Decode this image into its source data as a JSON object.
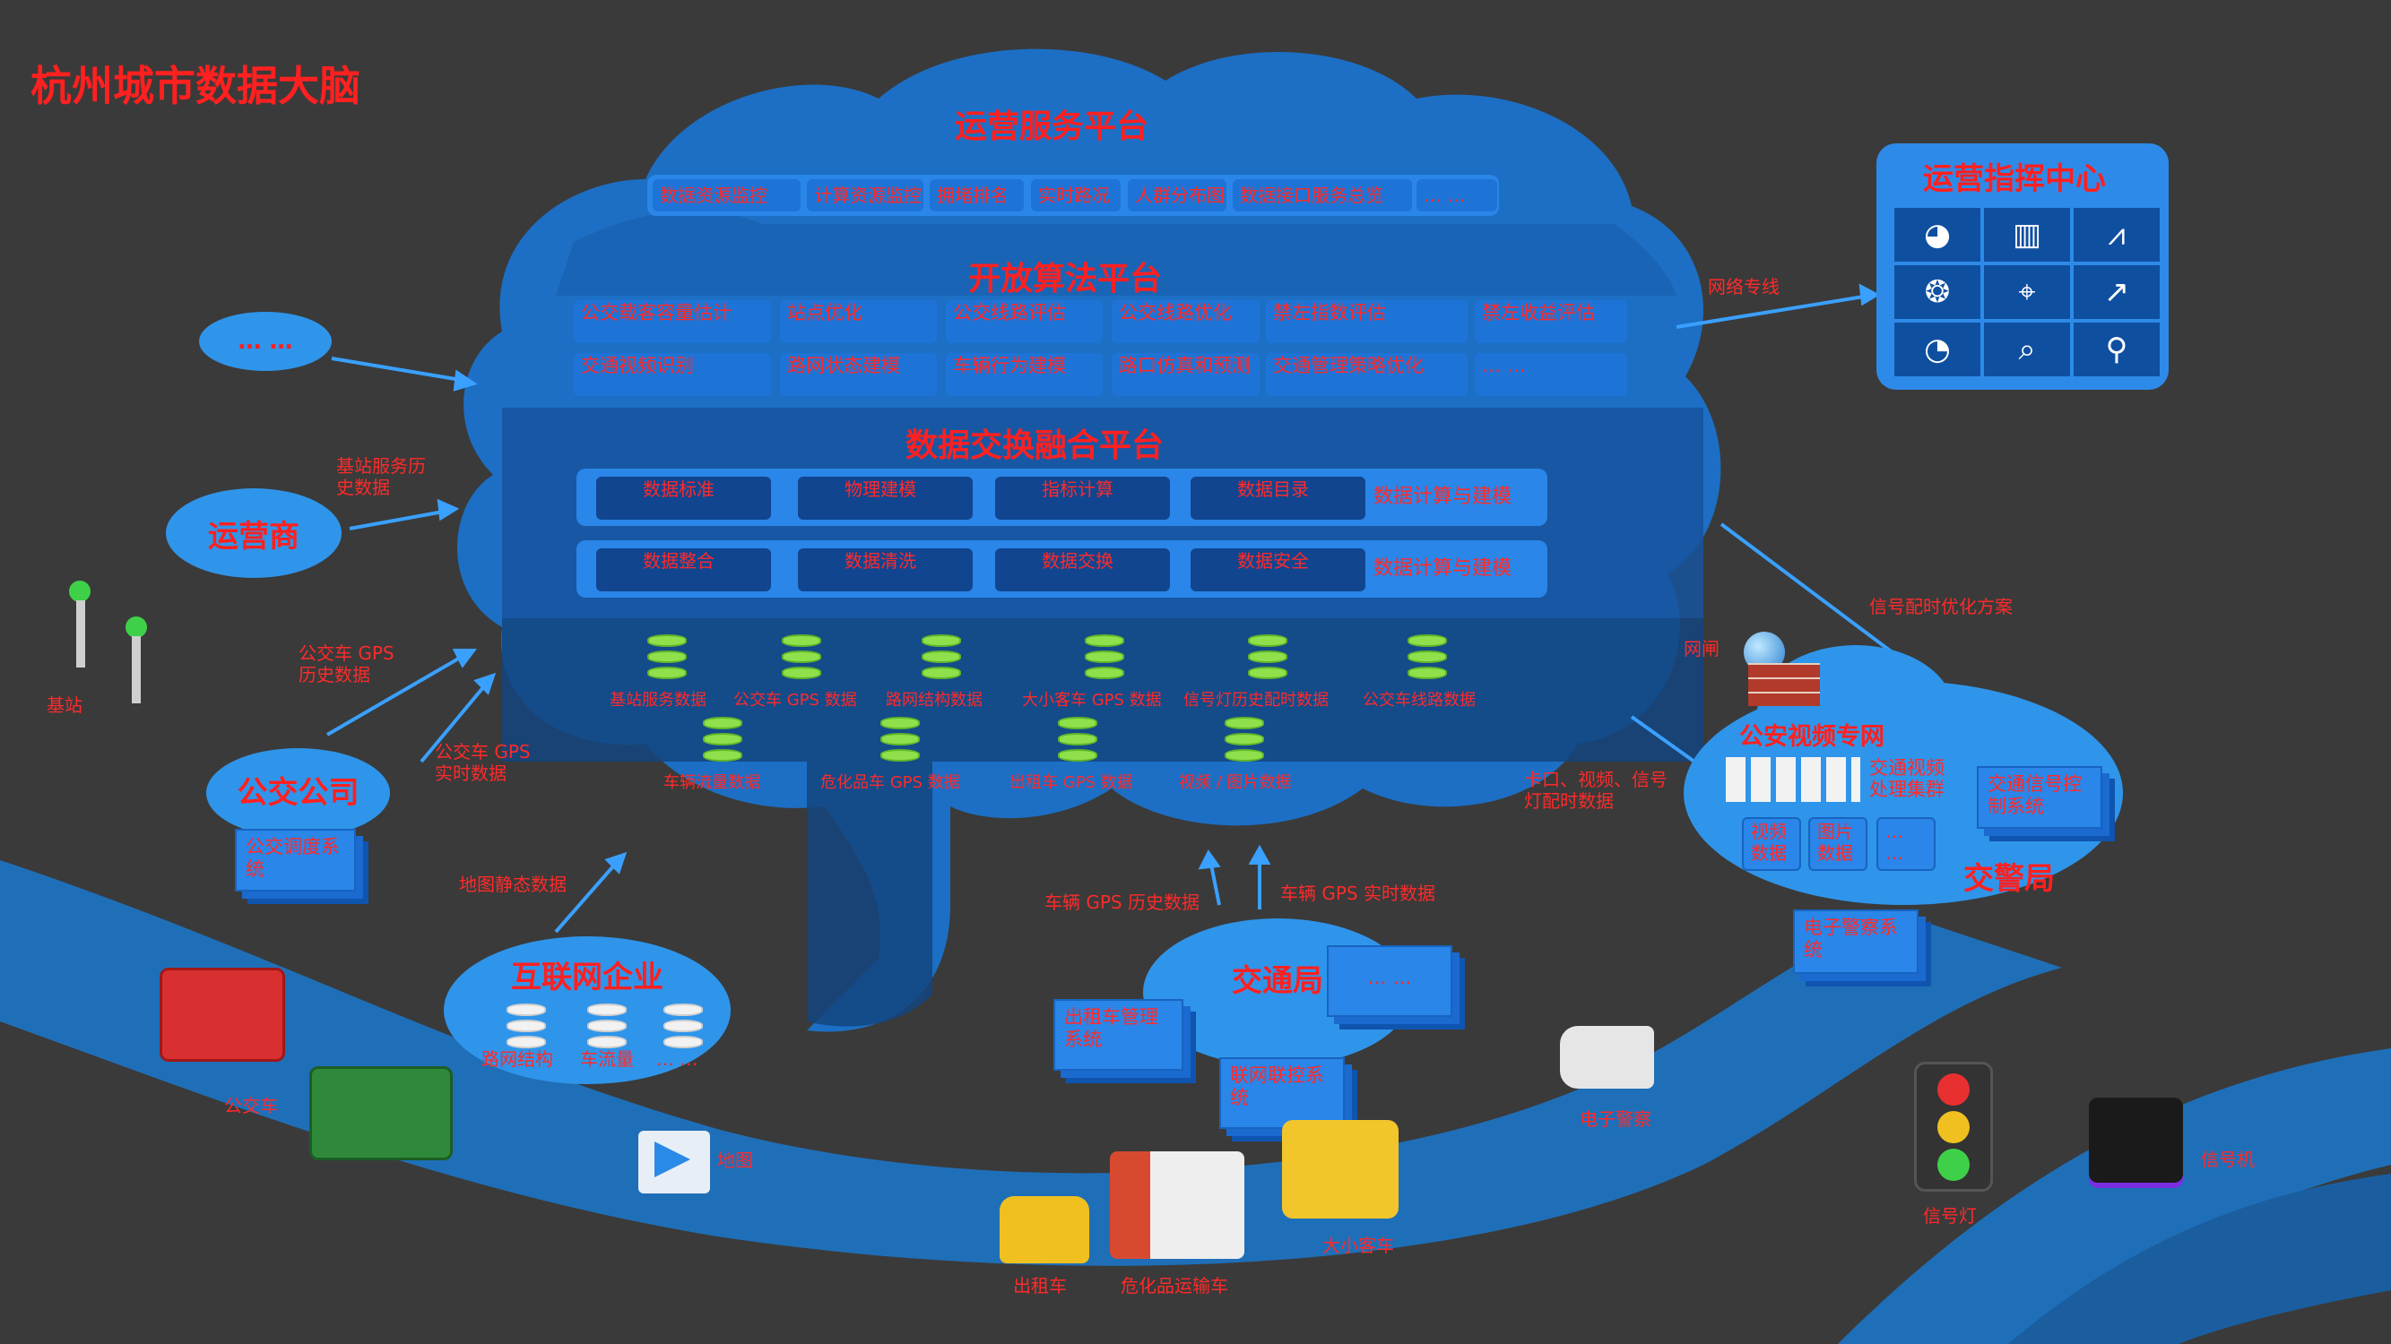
{
  "title": "杭州城市数据大脑",
  "operation_platform": {
    "title": "运营服务平台",
    "items": [
      "数据资源监控",
      "计算资源监控",
      "拥堵排名",
      "实时路况",
      "人群分布图",
      "数据接口服务总览",
      "… …"
    ]
  },
  "algorithm_platform": {
    "title": "开放算法平台",
    "row1": [
      "公交载客容量估计",
      "站点优化",
      "公交线路评估",
      "公交线路优化",
      "禁左指数评估",
      "禁左收益评估"
    ],
    "row2": [
      "交通视频识别",
      "路网状态建模",
      "车辆行为建模",
      "路口仿真和预测",
      "交通管理策略优化",
      "… …"
    ]
  },
  "exchange_platform": {
    "title": "数据交换融合平台",
    "row1": [
      "数据标准",
      "物理建模",
      "指标计算",
      "数据目录"
    ],
    "row1_label": "数据计算与建模",
    "row2": [
      "数据整合",
      "数据清洗",
      "数据交换",
      "数据安全"
    ],
    "row2_label": "数据计算与建模"
  },
  "databases_row1": [
    "基站服务数据",
    "公交车 GPS 数据",
    "路网结构数据",
    "大小客车 GPS 数据",
    "信号灯历史配时数据",
    "公交车线路数据"
  ],
  "databases_row2": [
    "车辆流量数据",
    "危化品车 GPS 数据",
    "出租车 GPS 数据",
    "视频 / 图片数据"
  ],
  "command_center": {
    "title": "运营指挥中心",
    "icons": [
      "pie-chart-icon",
      "bar-chart-icon",
      "line-chart-icon",
      "network-icon",
      "map-icon",
      "trend-icon",
      "gauge-icon",
      "camera-icon",
      "search-icon"
    ]
  },
  "actors": {
    "unknown": "… …",
    "operator": "运营商",
    "bus_company": "公交公司",
    "bus_dispatch": "公交调度系统",
    "internet": "互联网企业",
    "internet_items": [
      "路网结构",
      "车流量",
      "… …"
    ],
    "traffic_bureau": "交通局",
    "traffic_more": "… …",
    "taxi_system": "出租车管理系统",
    "joint_system": "联网联控系统",
    "police": "交警局",
    "police_net": "公安视频专网",
    "police_video": "交通视频处理集群",
    "police_items": [
      "视频数据",
      "图片数据",
      "… …"
    ],
    "signal_system": "交通信号控制系统",
    "epolice": "电子警察系统"
  },
  "flows": {
    "base_history": "基站服务历史数据",
    "bus_gps_hist": "公交车 GPS 历史数据",
    "bus_gps_rt": "公交车 GPS 实时数据",
    "map_static": "地图静态数据",
    "vehicle_gps_hist": "车辆 GPS 历史数据",
    "vehicle_gps_rt": "车辆 GPS 实时数据",
    "private_line": "网络专线",
    "signal_opt": "信号配时优化方案",
    "gateway": "网闸",
    "checkpoint": "卡口、视频、信号灯配时数据"
  },
  "devices": {
    "base_station": "基站",
    "bus": "公交车",
    "map": "地图",
    "taxi": "出租车",
    "hazmat": "危化品运输车",
    "coach": "大小客车",
    "e_police": "电子警察",
    "signal_light": "信号灯",
    "signal_machine": "信号机"
  },
  "colors": {
    "background": "#3a3a3a",
    "brain": "#1e73c9",
    "accent_red": "#ff2020",
    "river": "#1f6fb8"
  }
}
